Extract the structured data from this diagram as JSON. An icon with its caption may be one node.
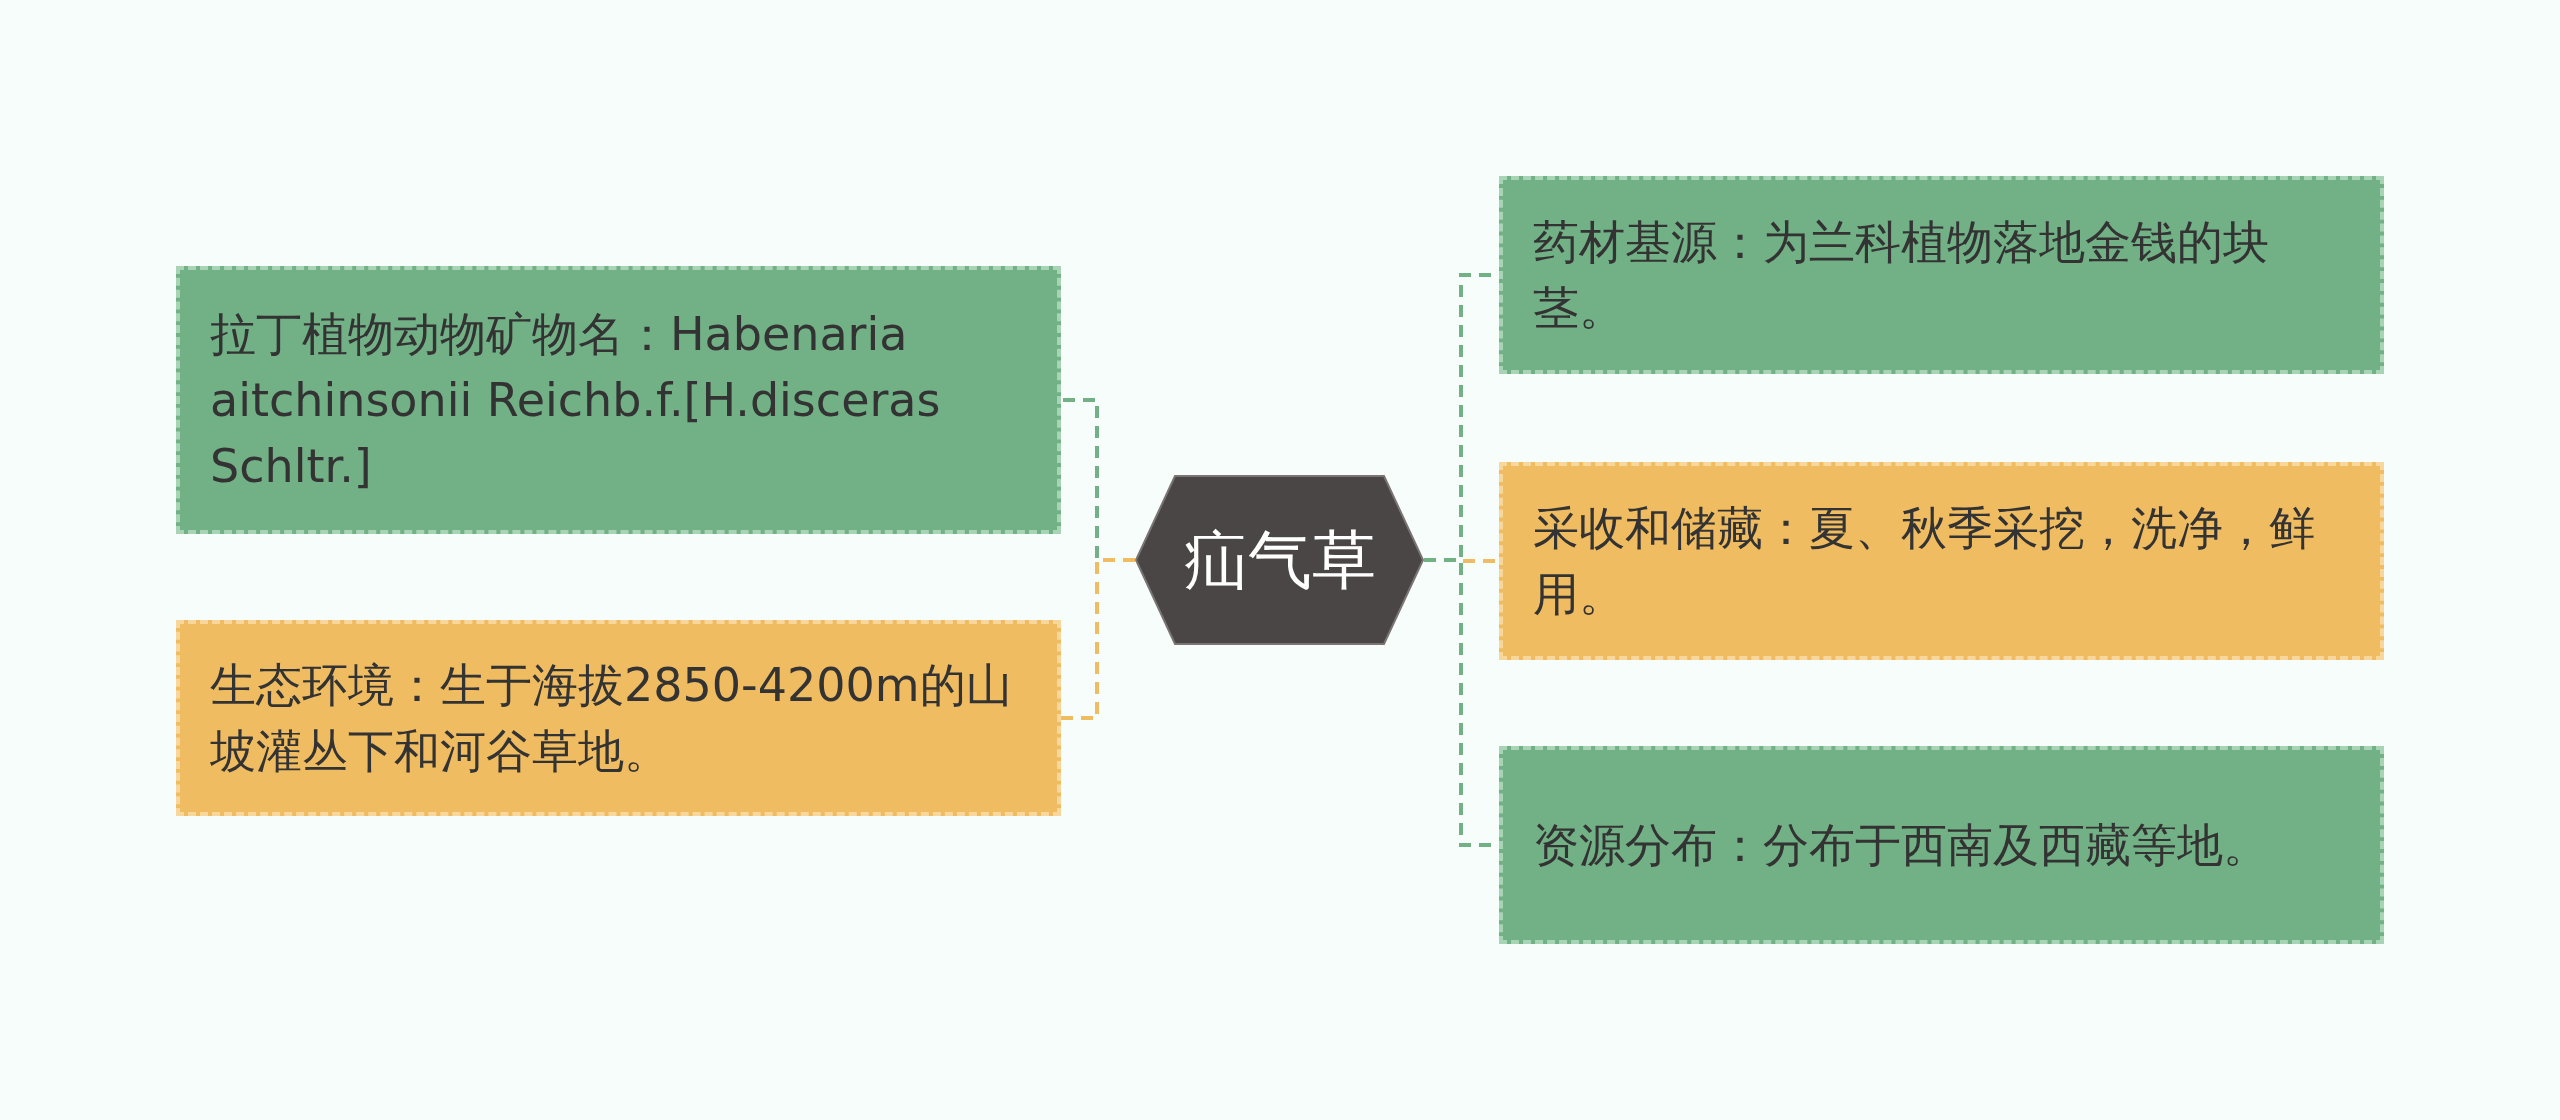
{
  "diagram": {
    "nodes": [
      {
        "text": [
          "疝气草"
        ]
      },
      {
        "text": [
          "拉丁植物动物矿物名：Habenaria aitchinsonii Reichb.f.[H.disceras Schltr.]"
        ]
      },
      {
        "text": [
          "生态环境：生于海拔2850-4200m的山坡灌丛下和河谷草地。"
        ]
      },
      {
        "text": [
          "药材基源：为兰科植物落地金钱的块茎。"
        ]
      },
      {
        "text": [
          "采收和储藏：夏、秋季采挖，洗净，鲜用。"
        ]
      },
      {
        "text": [
          "资源分布：分布于西南及西藏等地。"
        ]
      }
    ],
    "edges": [
      {
        "from": 0,
        "to": 1,
        "arrow": "none",
        "style": "dashed"
      },
      {
        "from": 0,
        "to": 2,
        "arrow": "none",
        "style": "dashed",
        "color": "#f0bc62"
      },
      {
        "from": 0,
        "to": 3,
        "arrow": "none",
        "style": "dashed"
      },
      {
        "from": 0,
        "to": 4,
        "arrow": "none",
        "style": "dashed",
        "color": "#f0bc62"
      },
      {
        "from": 0,
        "to": 5,
        "arrow": "none",
        "style": "dashed"
      }
    ]
  }
}
